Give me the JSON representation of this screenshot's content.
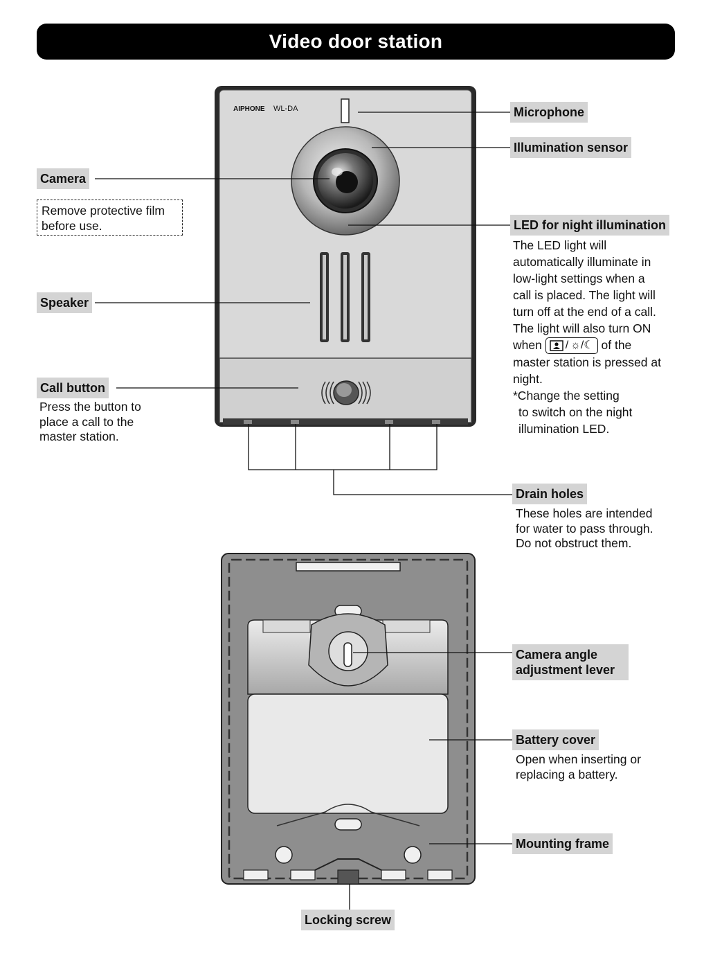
{
  "title": "Video door station",
  "brand": "AIPHONE",
  "model": "WL-DA",
  "labels": {
    "microphone": "Microphone",
    "illumination_sensor": "Illumination sensor",
    "camera": "Camera",
    "led": "LED for night illumination",
    "speaker": "Speaker",
    "call_button": "Call button",
    "drain_holes": "Drain holes",
    "camera_angle_line1": "Camera angle",
    "camera_angle_line2": "adjustment lever",
    "battery_cover": "Battery cover",
    "mounting_frame": "Mounting frame",
    "locking_screw": "Locking screw"
  },
  "notes": {
    "camera_line1": "Remove protective film",
    "camera_line2": "before use.",
    "led_lines_1": [
      "The LED light will",
      "automatically illuminate in",
      "low-light settings when a",
      "call is placed. The light will",
      "turn off at the end of a call.",
      "The light will also turn ON"
    ],
    "led_when": "when",
    "led_of_the": "of the",
    "led_lines_2": [
      "master station is pressed at",
      "night.",
      "*Change the setting",
      "to switch on the night",
      "illumination LED."
    ],
    "call_button_lines": [
      "Press the button to",
      "place a call to the",
      "master station."
    ],
    "drain_lines": [
      "These holes are intended",
      "for water to pass through.",
      "Do not obstruct them."
    ],
    "battery_lines": [
      "Open when inserting or",
      "replacing a battery."
    ]
  },
  "button_icon": {
    "slash": "/",
    "glyphs": "☼/☾"
  }
}
